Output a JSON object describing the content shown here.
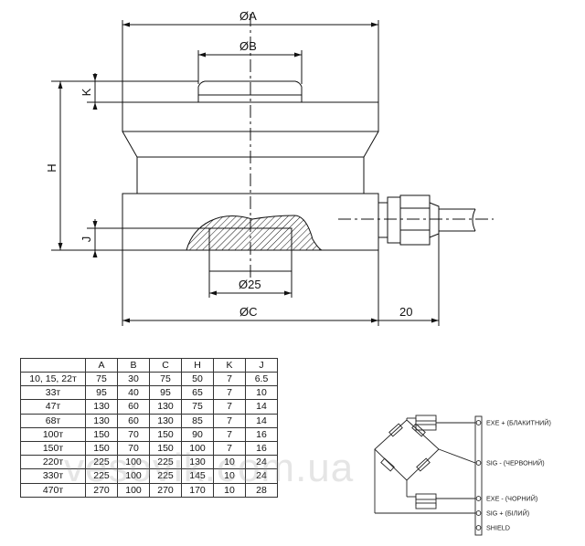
{
  "drawing": {
    "dims": {
      "phi_a": "ØA",
      "phi_b": "ØB",
      "phi_c": "ØC",
      "phi_25": "Ø25",
      "h": "H",
      "k": "K",
      "j": "J",
      "cable_20": "20"
    }
  },
  "table": {
    "headers": [
      "",
      "A",
      "B",
      "C",
      "H",
      "K",
      "J"
    ],
    "rows": [
      [
        "10, 15, 22т",
        "75",
        "30",
        "75",
        "50",
        "7",
        "6.5"
      ],
      [
        "33т",
        "95",
        "40",
        "95",
        "65",
        "7",
        "10"
      ],
      [
        "47т",
        "130",
        "60",
        "130",
        "75",
        "7",
        "14"
      ],
      [
        "68т",
        "130",
        "60",
        "130",
        "85",
        "7",
        "14"
      ],
      [
        "100т",
        "150",
        "70",
        "150",
        "90",
        "7",
        "16"
      ],
      [
        "150т",
        "150",
        "70",
        "150",
        "100",
        "7",
        "16"
      ],
      [
        "220т",
        "225",
        "100",
        "225",
        "130",
        "10",
        "24"
      ],
      [
        "330т",
        "225",
        "100",
        "225",
        "145",
        "10",
        "24"
      ],
      [
        "470т",
        "270",
        "100",
        "270",
        "170",
        "10",
        "28"
      ]
    ]
  },
  "wiring": {
    "exe_plus": "EXE + (БЛАКИТНИЙ)",
    "sig_minus": "SIG - (ЧЕРВОНИЙ)",
    "exe_minus": "EXE - (ЧОРНИЙ)",
    "sig_plus": "SIG + (БІЛИЙ)",
    "shield": "SHIELD"
  },
  "watermark": "vesovik.com.ua"
}
